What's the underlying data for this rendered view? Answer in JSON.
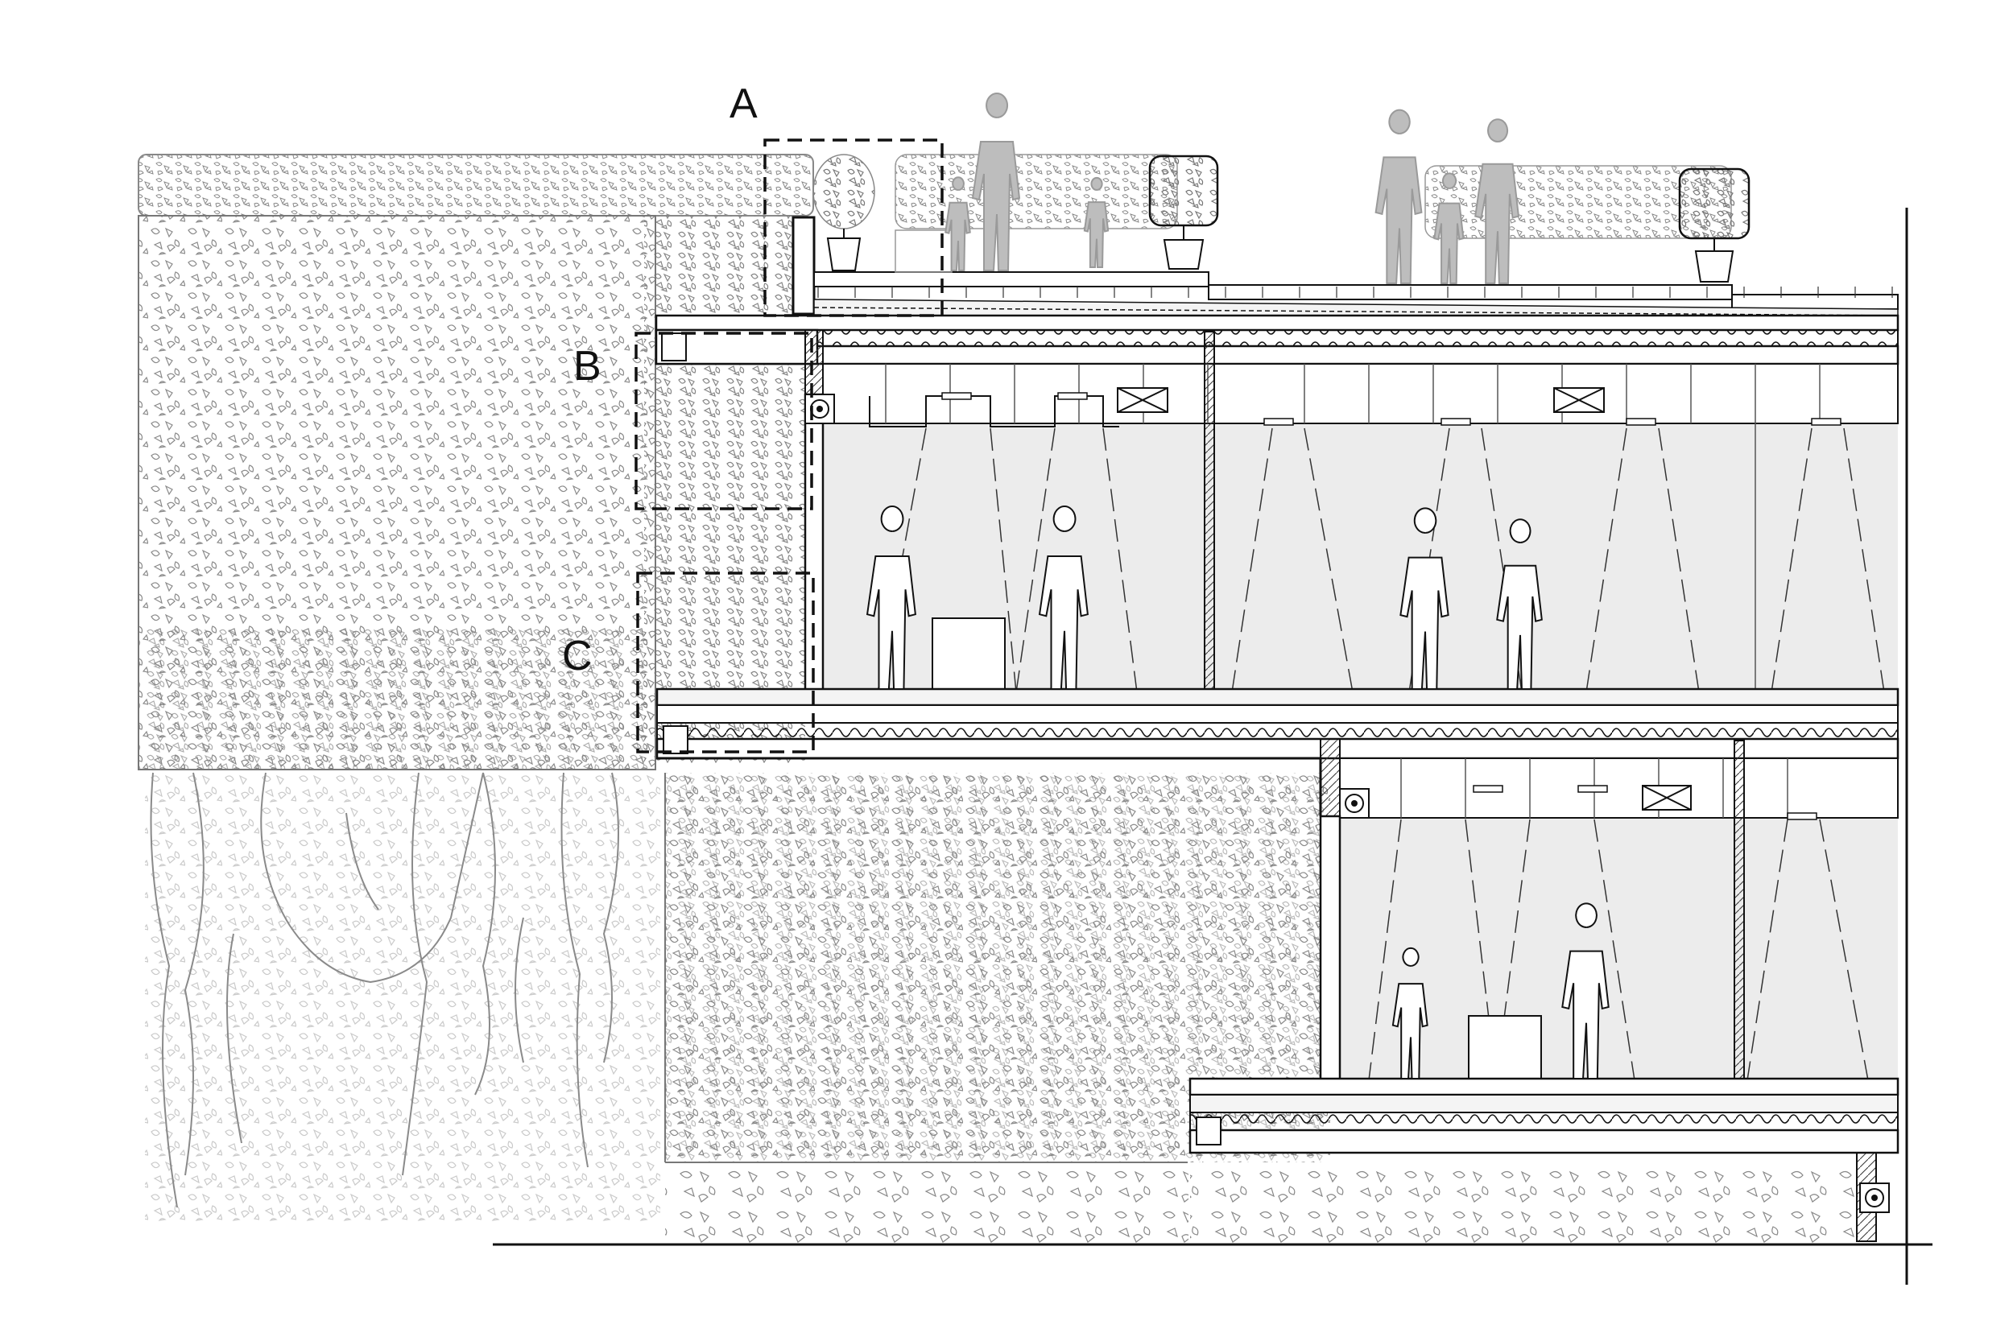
{
  "callouts": {
    "a": "A",
    "b": "B",
    "c": "C"
  },
  "colors": {
    "line": "#111111",
    "foliage": "#8a8a8a",
    "figure": "#bdbdbd",
    "interior": "#ececec",
    "slab": "#f4f4f4"
  },
  "icons": [
    "tree-foliage-icon",
    "person-silhouette-icon",
    "planter-icon",
    "light-fixture-icon",
    "fan-coil-icon"
  ]
}
